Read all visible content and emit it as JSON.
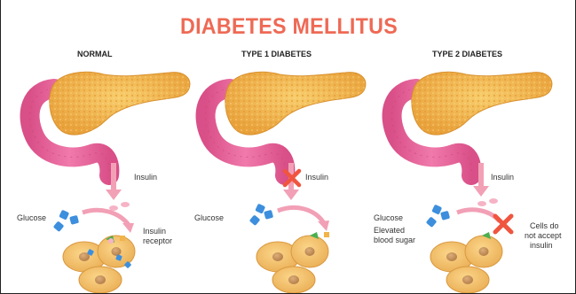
{
  "title": "DIABETES MELLITUS",
  "panels": [
    {
      "heading": "NORMAL",
      "insulin_label": "Insulin",
      "glucose_label": "Glucose",
      "receptor_label_1": "Insulin",
      "receptor_label_2": "receptor"
    },
    {
      "heading": "TYPE 1 DIABETES",
      "insulin_label": "Insulin",
      "glucose_label": "Glucose"
    },
    {
      "heading": "TYPE 2 DIABETES",
      "insulin_label": "Insulin",
      "glucose_label": "Glucose",
      "elevated_label_1": "Elevated",
      "elevated_label_2": "blood sugar",
      "cells_label_1": "Cells do",
      "cells_label_2": "not accept",
      "cells_label_3": "insulin"
    }
  ],
  "colors": {
    "title": "#ee6a55",
    "pancreas_body": "#f2b24a",
    "duodenum": "#e25f94",
    "arrow": "#f2a0b6",
    "cell": "#f3c36c",
    "nucleus": "#c9945c",
    "glucose": "#3d8fdd",
    "blocked_x": "#f0553f"
  },
  "icons": [
    "pancreas-icon",
    "cell-cluster-icon",
    "glucose-icon",
    "insulin-molecule-icon",
    "block-x-icon"
  ]
}
